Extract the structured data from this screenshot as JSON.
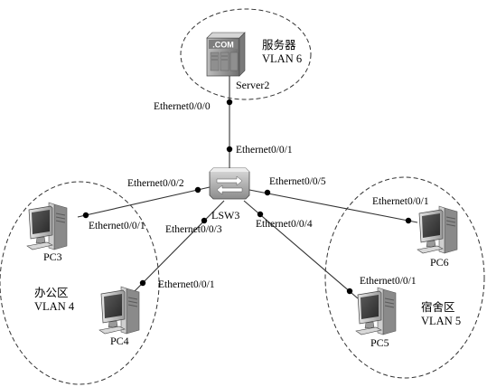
{
  "zones": {
    "server": {
      "name": "服务器",
      "vlan": "VLAN 6"
    },
    "office": {
      "name": "办公区",
      "vlan": "VLAN 4"
    },
    "dorm": {
      "name": "宿舍区",
      "vlan": "VLAN 5"
    }
  },
  "devices": {
    "server2": {
      "label": "Server2",
      "badge": ".COM",
      "icon": "server-icon"
    },
    "lsw3": {
      "label": "LSW3",
      "icon": "switch-icon"
    },
    "pc3": {
      "label": "PC3",
      "icon": "pc-icon"
    },
    "pc4": {
      "label": "PC4",
      "icon": "pc-icon"
    },
    "pc5": {
      "label": "PC5",
      "icon": "pc-icon"
    },
    "pc6": {
      "label": "PC6",
      "icon": "pc-icon"
    }
  },
  "ports": {
    "server2_side": "Ethernet0/0/0",
    "lsw3_to_server": "Ethernet0/0/1",
    "lsw3_to_pc3": "Ethernet0/0/2",
    "pc3_side": "Ethernet0/0/1",
    "lsw3_to_pc4": "Ethernet0/0/3",
    "pc4_side": "Ethernet0/0/1",
    "lsw3_to_pc5": "Ethernet0/0/4",
    "pc5_side": "Ethernet0/0/1",
    "lsw3_to_pc6": "Ethernet0/0/5",
    "pc6_side": "Ethernet0/0/1"
  }
}
